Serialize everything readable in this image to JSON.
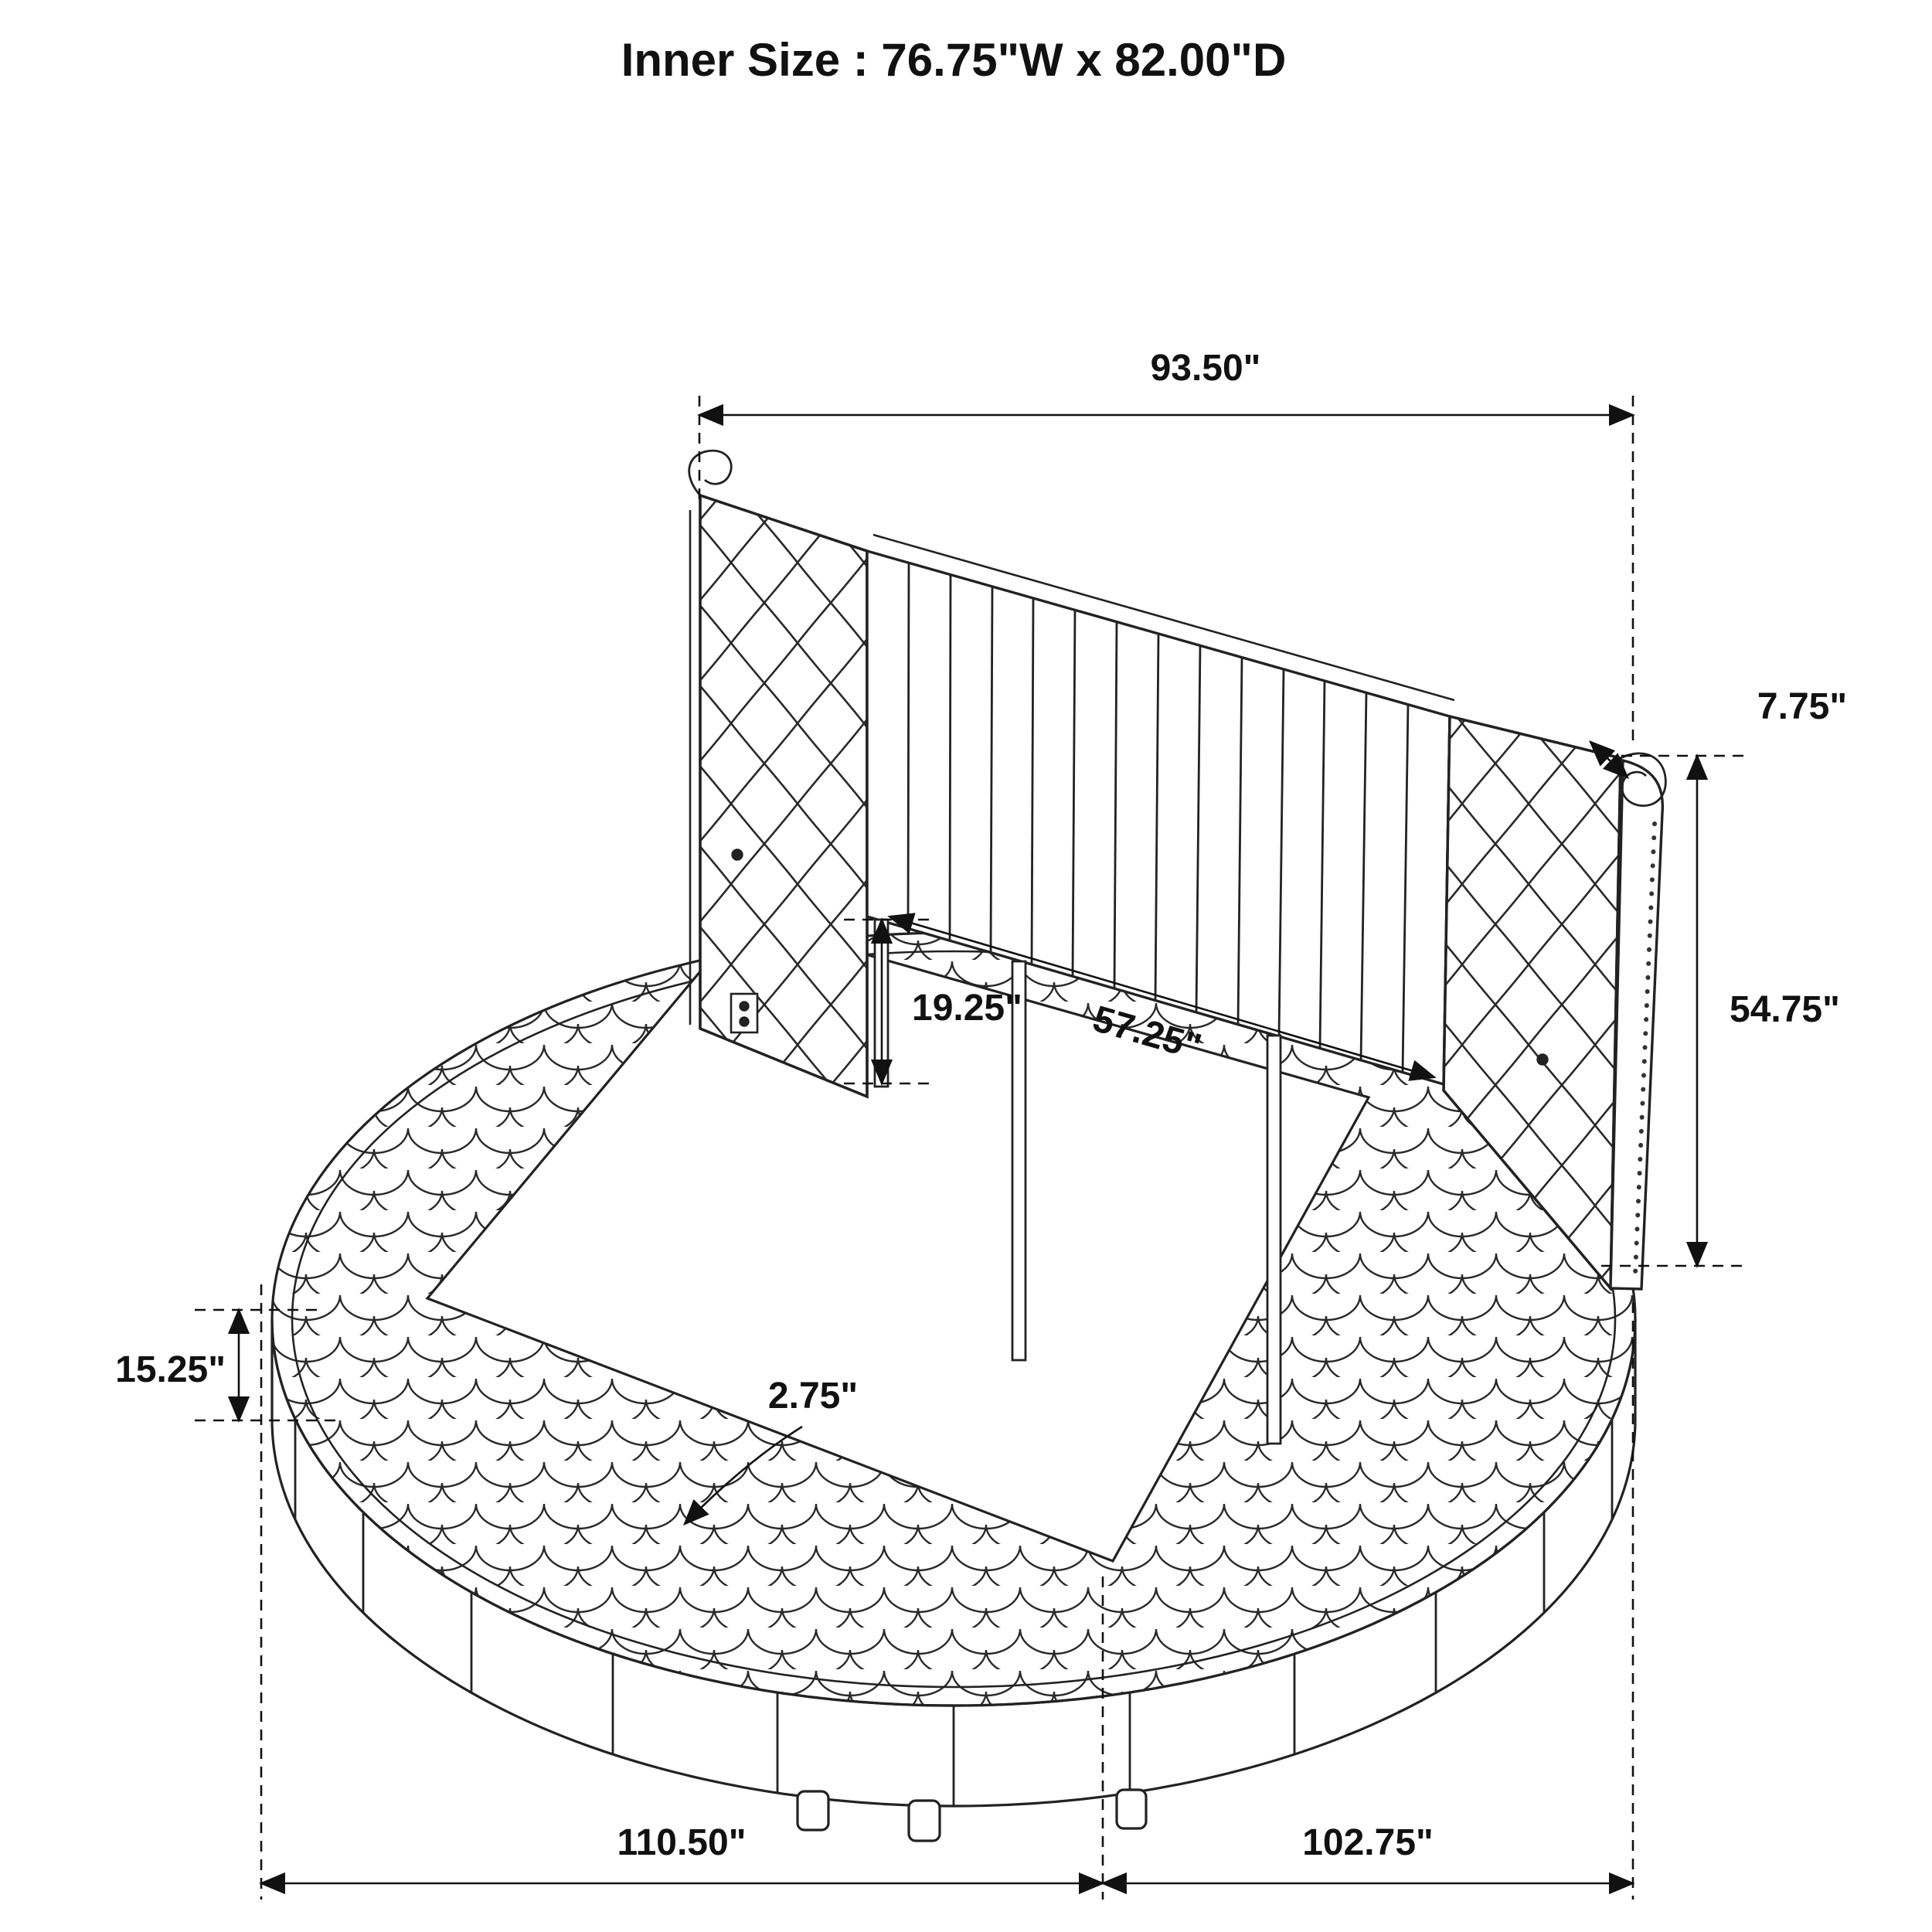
{
  "title": "Inner Size : 76.75\"W x 82.00\"D",
  "dims": {
    "headboard_width": "93.50\"",
    "roll_depth": "7.75\"",
    "headboard_height": "54.75\"",
    "panel_clearance": "19.25\"",
    "inner_span": "57.25\"",
    "base_height": "15.25\"",
    "welt_thickness": "2.75\"",
    "overall_depth": "110.50\"",
    "overall_width": "102.75\""
  }
}
